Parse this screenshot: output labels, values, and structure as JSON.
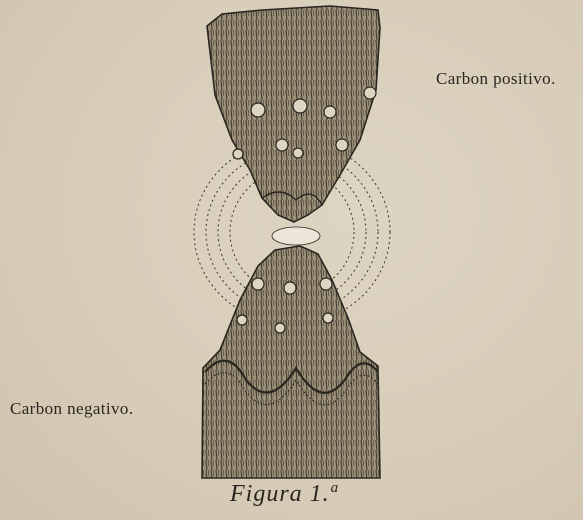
{
  "labels": {
    "positive": "Carbon positivo.",
    "negative": "Carbon negativo."
  },
  "caption": {
    "text": "Figura 1.",
    "superscript": "a"
  },
  "colors": {
    "paper": "#d9cfbd",
    "ink": "#2a2620",
    "carbon_fill": "#9c9078"
  }
}
